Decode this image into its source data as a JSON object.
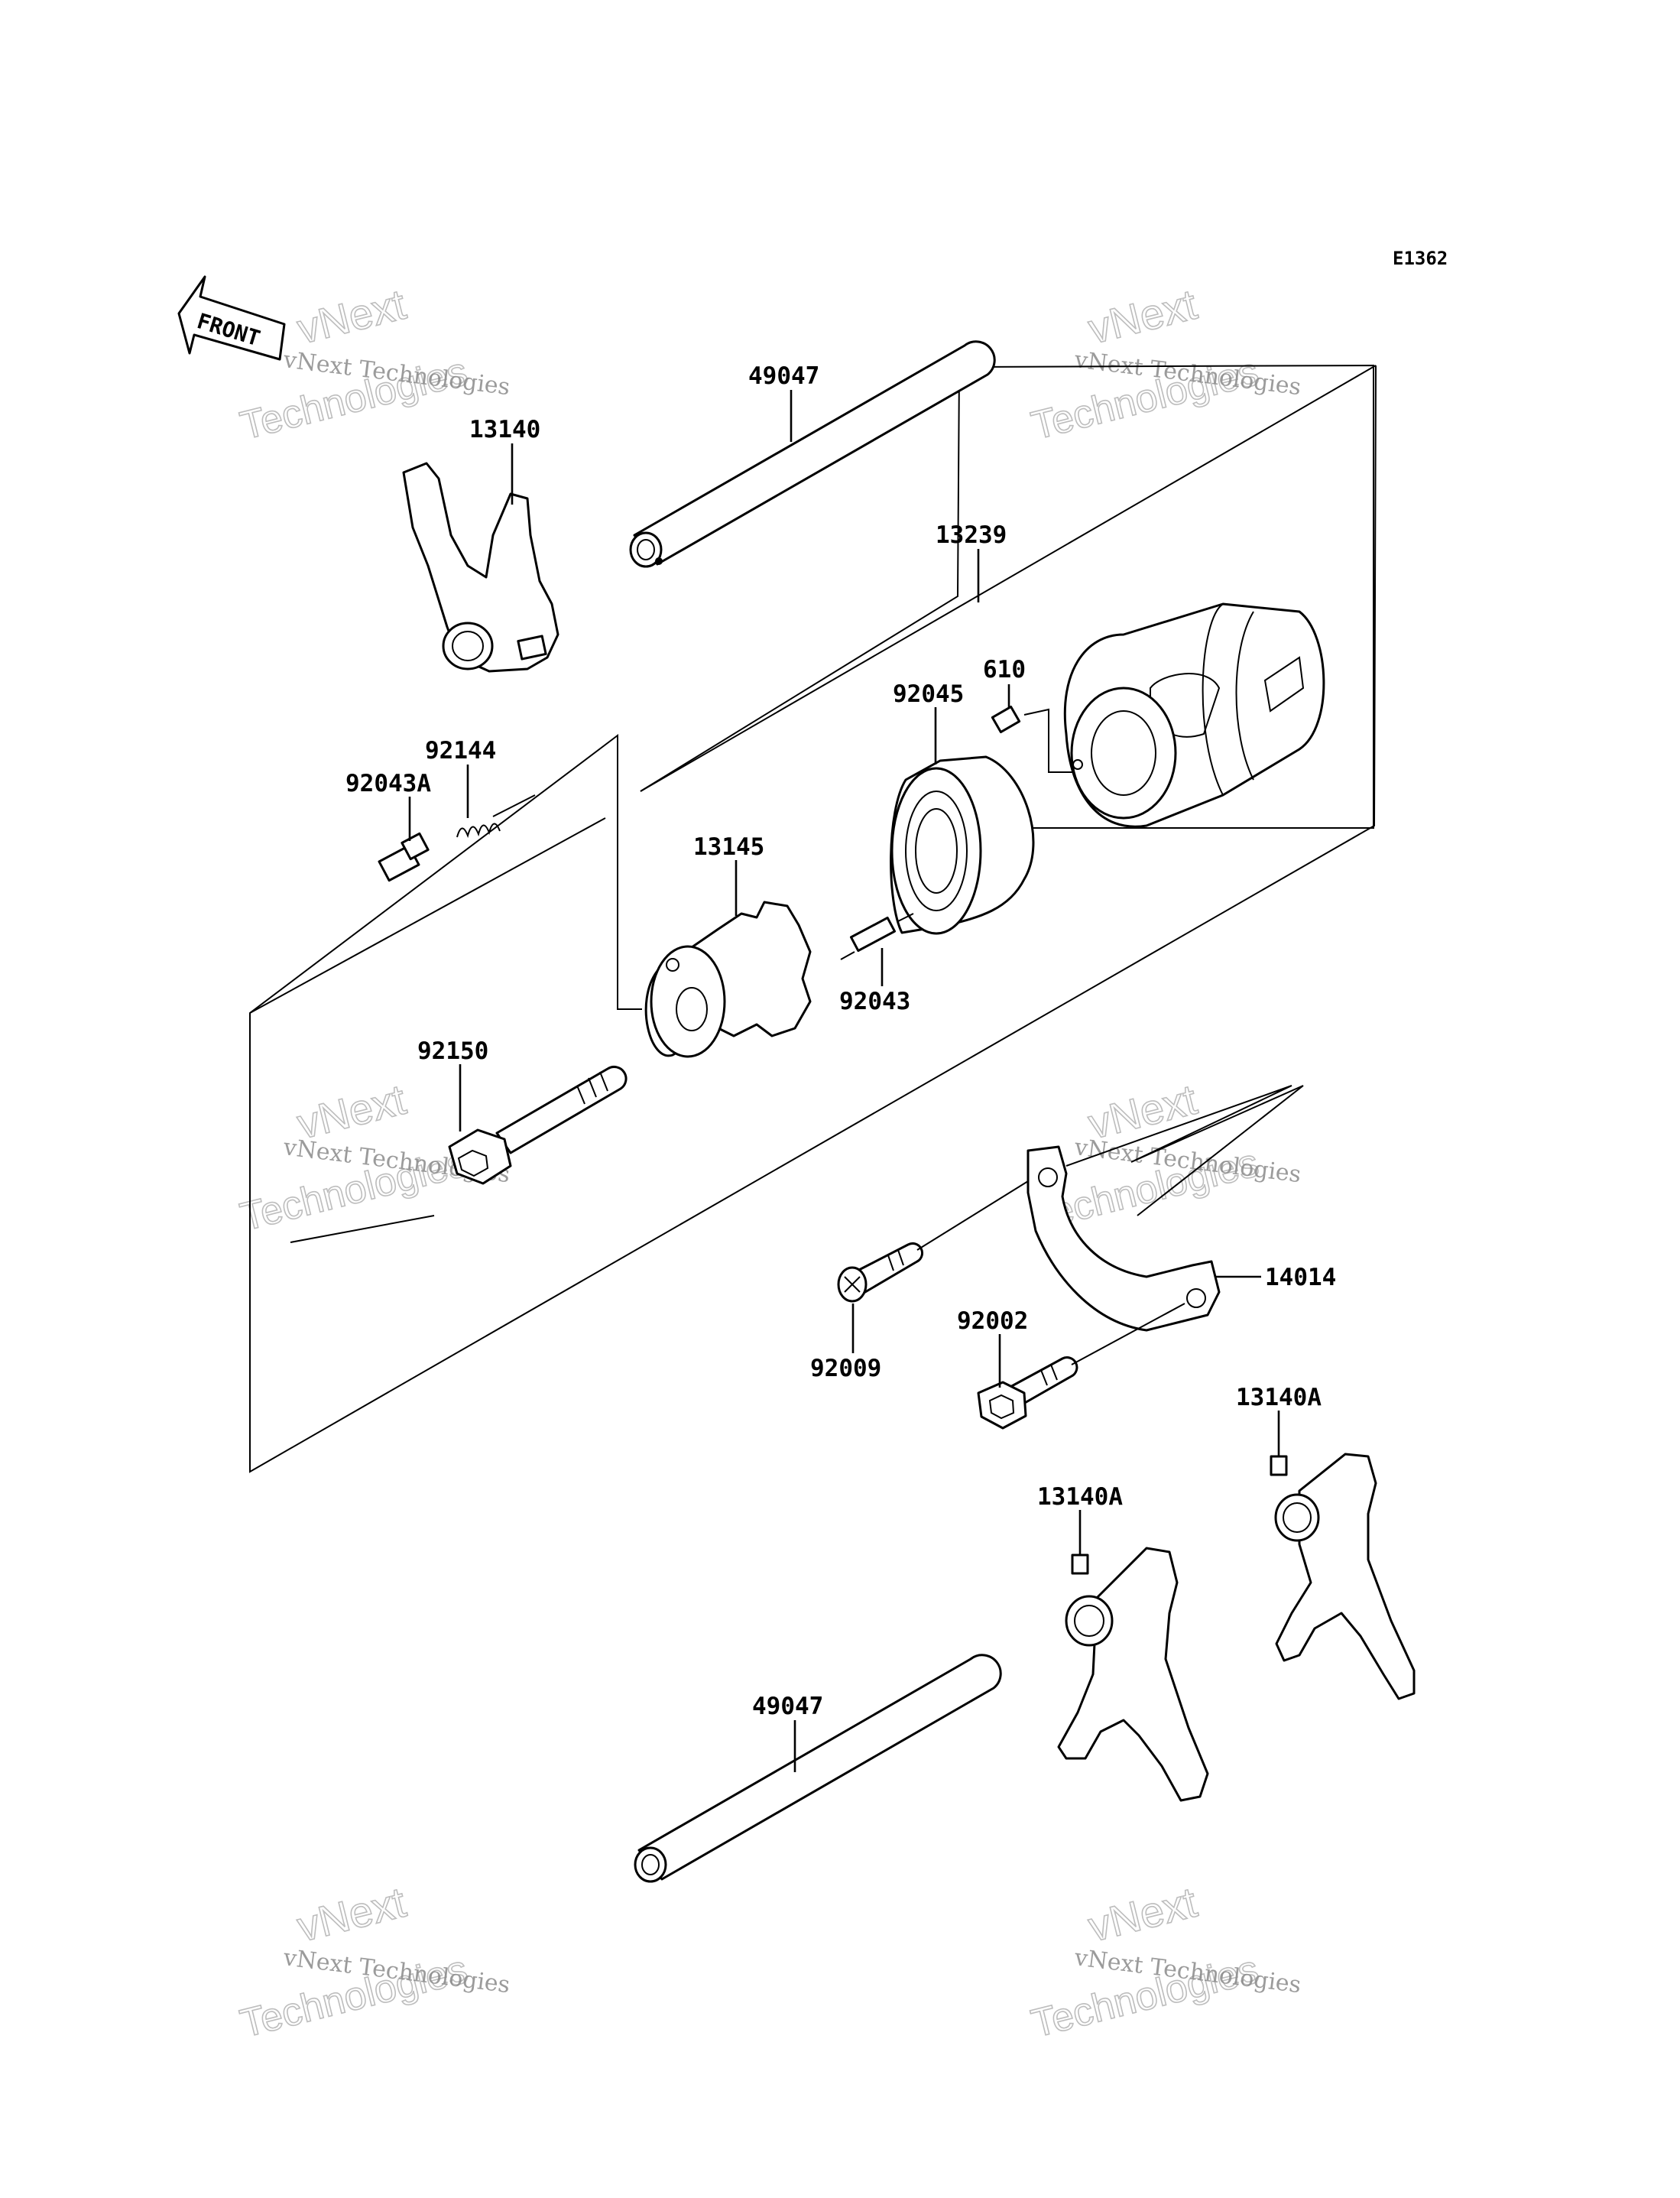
{
  "diagram_code": "E1362",
  "front_label": "FRONT",
  "watermark": {
    "line1": "vNext Technologies",
    "line2": "vNext",
    "line3": "Technologies"
  },
  "parts": [
    {
      "id": "p49047_top",
      "label": "49047"
    },
    {
      "id": "p13140",
      "label": "13140"
    },
    {
      "id": "p13239",
      "label": "13239"
    },
    {
      "id": "p610",
      "label": "610"
    },
    {
      "id": "p92045",
      "label": "92045"
    },
    {
      "id": "p92144",
      "label": "92144"
    },
    {
      "id": "p92043A",
      "label": "92043A"
    },
    {
      "id": "p13145",
      "label": "13145"
    },
    {
      "id": "p92043",
      "label": "92043"
    },
    {
      "id": "p92150",
      "label": "92150"
    },
    {
      "id": "p14014",
      "label": "14014"
    },
    {
      "id": "p92009",
      "label": "92009"
    },
    {
      "id": "p92002",
      "label": "92002"
    },
    {
      "id": "p13140A_right",
      "label": "13140A"
    },
    {
      "id": "p13140A_mid",
      "label": "13140A"
    },
    {
      "id": "p49047_bottom",
      "label": "49047"
    }
  ]
}
